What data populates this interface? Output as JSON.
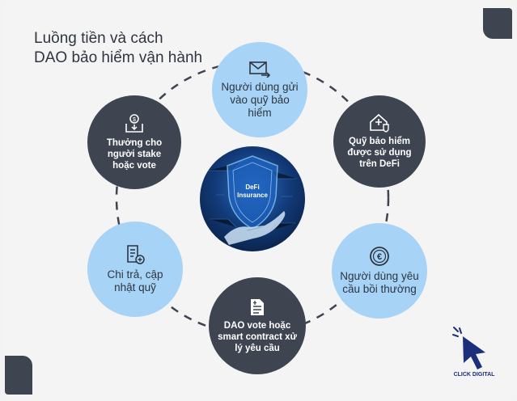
{
  "title": {
    "line1": "Luồng tiền và cách",
    "line2": "DAO bảo hiểm vận hành"
  },
  "nodes": [
    {
      "label": "Người dùng gửi vào quỹ bảo hiểm",
      "icon": "envelope-icon"
    },
    {
      "label": "Quỹ bảo hiểm được sử dụng trên DeFi",
      "icon": "house-shield-icon"
    },
    {
      "label": "Người dùng yêu cầu bồi thường",
      "icon": "euro-coin-icon"
    },
    {
      "label": "DAO vote hoặc smart contract xử lý yêu cầu",
      "icon": "document-icon"
    },
    {
      "label": "Chi trả, cập nhật quỹ",
      "icon": "receipt-icon"
    },
    {
      "label": "Thưởng cho người stake hoặc vote",
      "icon": "coin-reward-icon"
    }
  ],
  "center": {
    "line1": "DeFi",
    "line2": "Insurance",
    "icon": "shield-hand-icon"
  },
  "logo": {
    "text": "CLICK DIGITAL",
    "icon": "cursor-icon"
  },
  "colors": {
    "light": "#a7d3f6",
    "dark": "#3f4550",
    "accent": "#3e4550"
  }
}
